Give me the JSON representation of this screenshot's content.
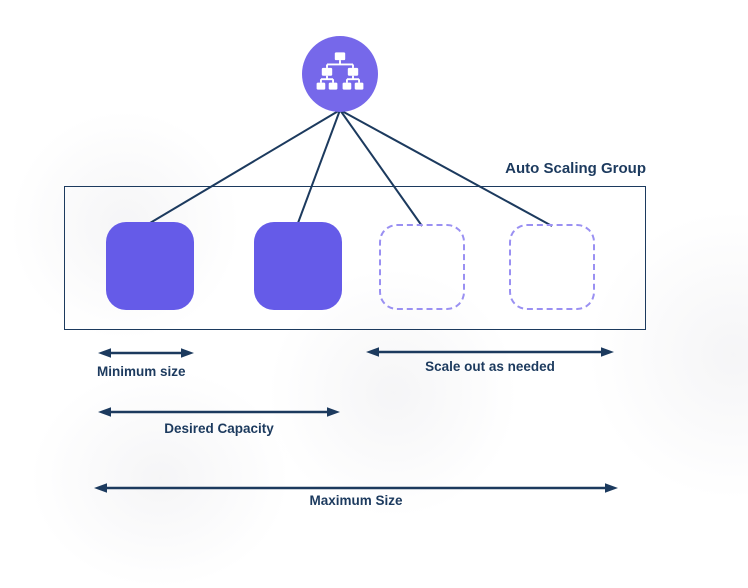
{
  "diagram": {
    "asg_label": "Auto Scaling Group",
    "arrows": {
      "minimum": "Minimum size",
      "desired": "Desired Capacity",
      "scale_out": "Scale out as needed",
      "maximum": "Maximum Size"
    },
    "instances": {
      "running_count": 2,
      "potential_count": 2
    },
    "icons": {
      "top_node": "sitemap-icon"
    },
    "colors": {
      "line": "#1c3a5e",
      "text": "#1c3a5e",
      "instance_fill": "#655be8",
      "dashed_border": "#9a90f2",
      "balancer_fill": "#7668ea"
    }
  }
}
